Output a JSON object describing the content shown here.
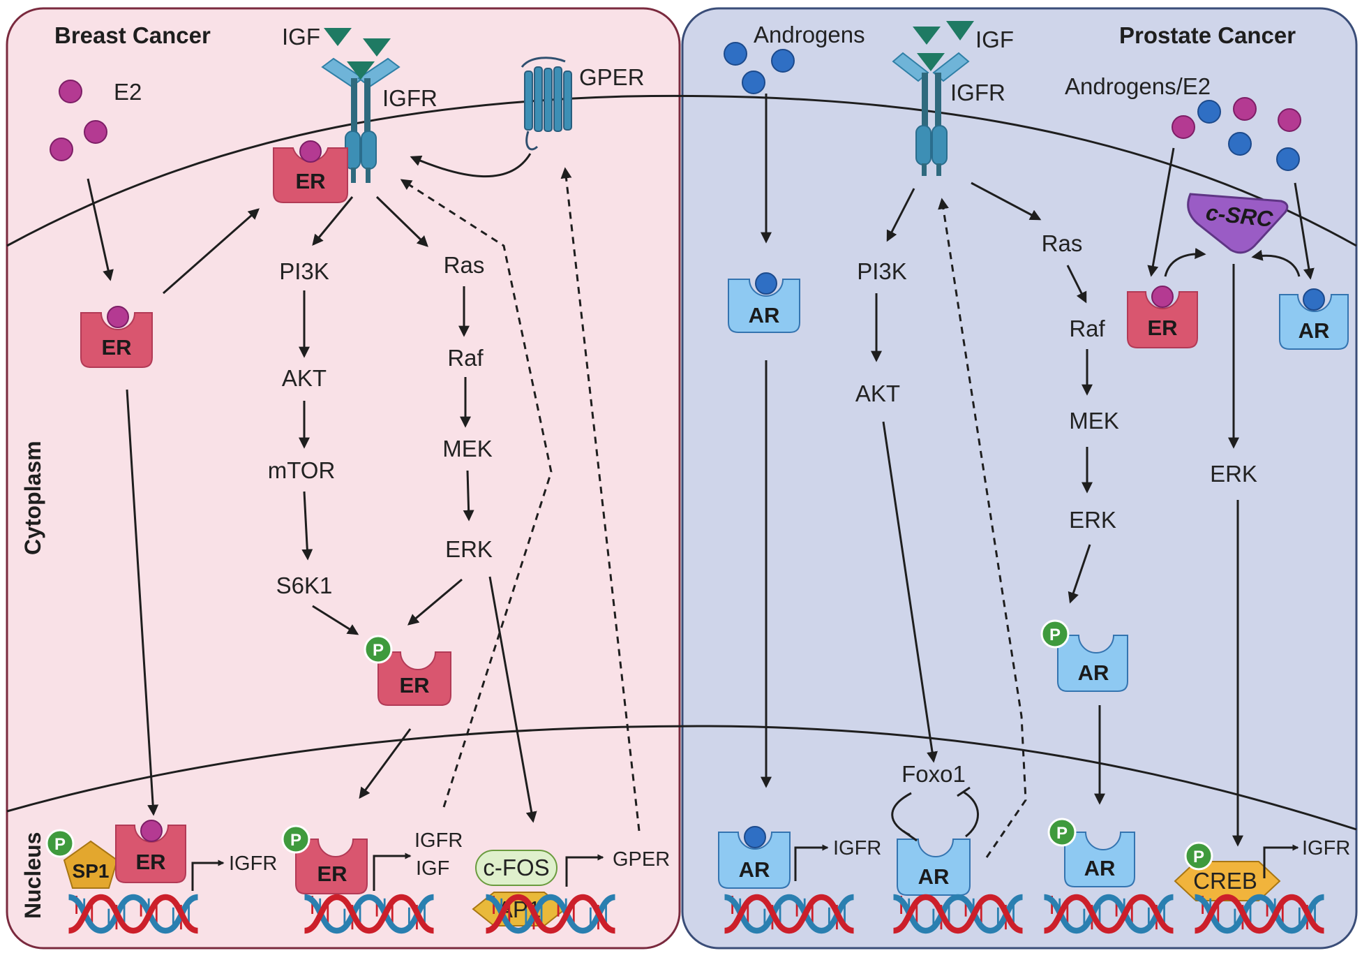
{
  "panels": {
    "breast": {
      "title": "Breast Cancer"
    },
    "prostate": {
      "title": "Prostate Cancer"
    }
  },
  "regions": {
    "cytoplasm": "Cytoplasm",
    "nucleus": "Nucleus"
  },
  "breast": {
    "ligands": {
      "e2": "E2",
      "igf": "IGF"
    },
    "receptors": {
      "igfr": "IGFR",
      "gper": "GPER"
    },
    "proteins": {
      "er_membrane": "ER",
      "er_cyto": "ER",
      "er_phos": "ER",
      "er_nuc1": "ER",
      "er_nuc2": "ER",
      "sp1": "SP1",
      "cfos": "c-FOS",
      "ap1": "AP1"
    },
    "pi3k_pathway": {
      "pi3k": "PI3K",
      "akt": "AKT",
      "mtor": "mTOR",
      "s6k1": "S6K1"
    },
    "ras_pathway": {
      "ras": "Ras",
      "raf": "Raf",
      "mek": "MEK",
      "erk": "ERK"
    },
    "genes": {
      "igfr1": "IGFR",
      "igfr2": "IGFR",
      "igf": "IGF",
      "gper": "GPER"
    }
  },
  "prostate": {
    "ligands": {
      "androgens": "Androgens",
      "igf": "IGF",
      "androgens_e2": "Androgens/E2"
    },
    "receptors": {
      "igfr": "IGFR"
    },
    "proteins": {
      "ar_cyto": "AR",
      "er": "ER",
      "ar_right": "AR",
      "csrc": "c-SRC",
      "ar_phos": "AR",
      "ar_nuc1": "AR",
      "ar_nuc2": "AR",
      "ar_nuc3": "AR",
      "creb": "CREB"
    },
    "pi3k_pathway": {
      "pi3k": "PI3K",
      "akt": "AKT",
      "foxo1": "Foxo1"
    },
    "ras_pathway": {
      "ras": "Ras",
      "raf": "Raf",
      "mek": "MEK",
      "erk": "ERK"
    },
    "src_pathway": {
      "erk": "ERK"
    },
    "genes": {
      "igfr1": "IGFR",
      "igfr2": "IGFR"
    }
  },
  "phospho_label": "P",
  "colors": {
    "breast_bg": "#f9e1e7",
    "breast_border": "#7a2a3e",
    "prostate_bg": "#cfd5ea",
    "prostate_border": "#3a4d78",
    "er_fill": "#d9566f",
    "er_ligand": "#b43a92",
    "ar_fill": "#8ec9f2",
    "ar_ligand": "#2f6fc4",
    "receptor": "#3d8fb5",
    "igf": "#1f7a63",
    "csrc": "#9a5cc5",
    "phospho": "#3f9a3d",
    "sp1": "#e3a72e",
    "ap1": "#e9b93a",
    "cfos": "#dff0cc",
    "creb": "#f1b43c",
    "dna_red": "#cc1f2a",
    "dna_blue": "#2a7fb0"
  }
}
